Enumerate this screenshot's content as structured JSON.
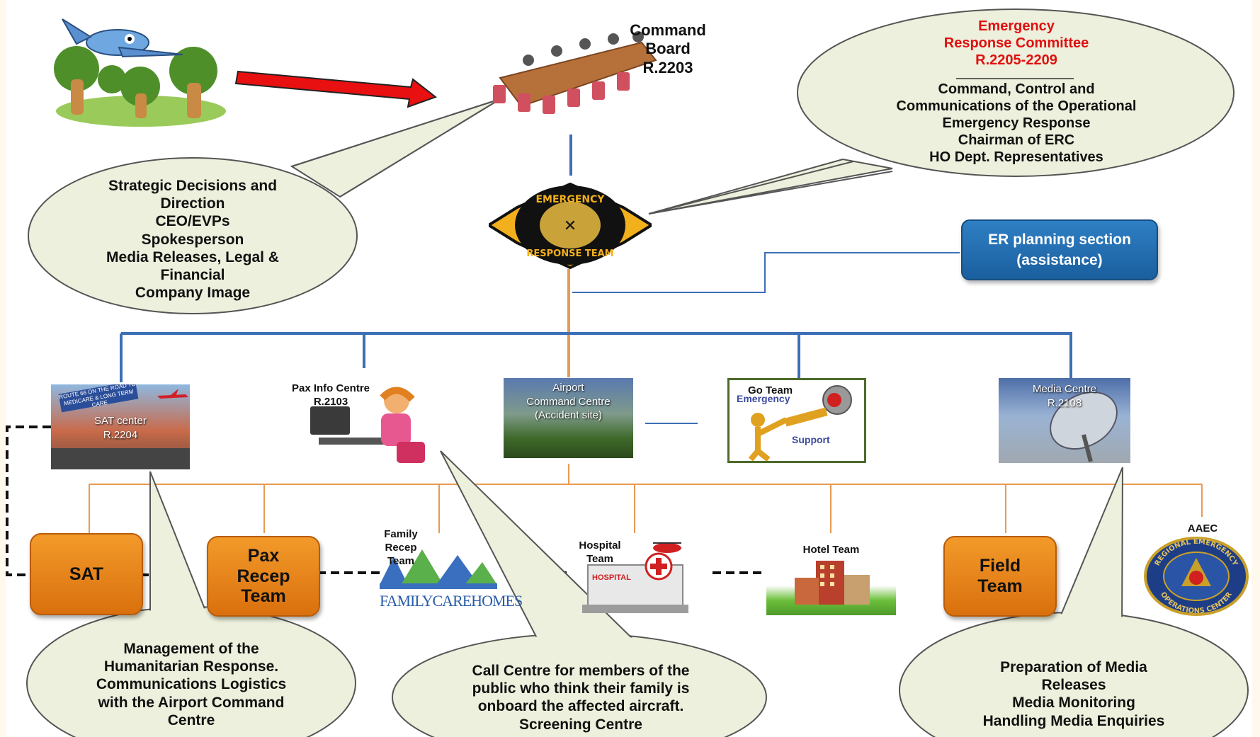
{
  "command_board": {
    "title": "Command\nBoard\nR.2203"
  },
  "erc_bubble": {
    "heading": "Emergency\nResponse  Committee\nR.2205-2209",
    "body": "Command, Control and\nCommunications of the Operational\nEmergency Response\nChairman of ERC\nHO Dept. Representatives"
  },
  "strategic_bubble": {
    "text": "Strategic Decisions and\nDirection\nCEO/EVPs\nSpokesperson\nMedia Releases, Legal &\nFinancial\nCompany Image"
  },
  "badge": {
    "top_text": "EMERGENCY",
    "bottom_text": "RESPONSE TEAM"
  },
  "er_planning": {
    "label": "ER planning section\n(assistance)"
  },
  "centres": {
    "sat_centre": {
      "label": "SAT center\nR.2204",
      "sign_text": "ROUTE 66 ON THE ROAD TO\nMEDICARE & LONG TERM CARE"
    },
    "pax_info": {
      "label": "Pax Info Centre\nR.2103"
    },
    "airport_command": {
      "label": "Airport\nCommand Centre\n(Accident site)"
    },
    "go_team": {
      "label": "Go Team",
      "emergency": "Emergency",
      "support": "Support"
    },
    "media_centre": {
      "label": "Media Centre\nR.2108"
    }
  },
  "teams": {
    "sat": "SAT",
    "pax_recep": "Pax\nRecep\nTeam",
    "family_recep": "Family\nRecep\nTeam",
    "family_logo": "FAMILYCAREHOMES",
    "hospital": "Hospital\nTeam",
    "hospital_sign": "HOSPITAL",
    "hotel": "Hotel Team",
    "field": "Field\nTeam",
    "aaec": "AAEC",
    "aaec_ring_top": "REGIONAL EMERGENCY",
    "aaec_ring_bottom": "OPERATIONS CENTER"
  },
  "bottom_bubbles": {
    "humanitarian": "Management of the\nHumanitarian Response.\nCommunications Logistics\nwith the Airport Command\nCentre",
    "call_centre": "Call Centre for members of the\npublic who think their family  is\nonboard the affected aircraft.\nScreening Centre",
    "media": "Preparation of Media\nReleases\nMedia Monitoring\nHandling Media Enquiries"
  },
  "colors": {
    "bubble_fill": "#ecf0dc",
    "bubble_stroke": "#555555",
    "blue_line": "#3d6fb5",
    "orange_line": "#e79a52",
    "erc_red": "#e01010",
    "red_arrow": "#e81010"
  }
}
